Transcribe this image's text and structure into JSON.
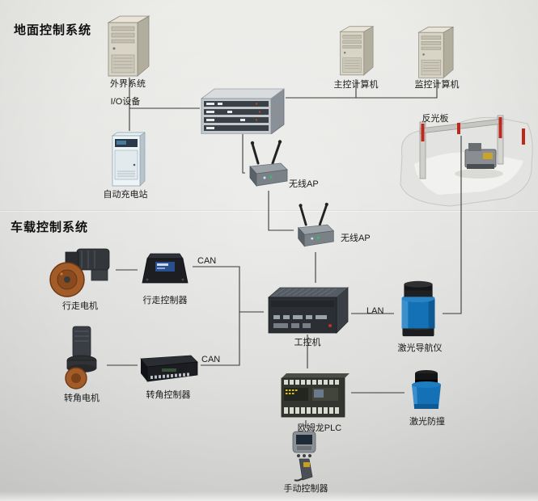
{
  "titles": {
    "ground": "地面控制系统",
    "vehicle": "车载控制系统"
  },
  "nodes": {
    "external_system": {
      "label": "外界系统"
    },
    "io_device": {
      "label": "I/O设备"
    },
    "charging_station": {
      "label": "自动充电站"
    },
    "main_computer": {
      "label": "主控计算机"
    },
    "monitor_computer": {
      "label": "监控计算机"
    },
    "reflector": {
      "label": "反光板"
    },
    "wireless_ap_1": {
      "label": "无线AP"
    },
    "wireless_ap_2": {
      "label": "无线AP"
    },
    "travel_motor": {
      "label": "行走电机"
    },
    "travel_controller": {
      "label": "行走控制器"
    },
    "steering_motor": {
      "label": "转角电机"
    },
    "steering_controller": {
      "label": "转角控制器"
    },
    "ipc": {
      "label": "工控机"
    },
    "laser_nav": {
      "label": "激光导航仪"
    },
    "omron_plc": {
      "label": "欧姆龙PLC"
    },
    "laser_anticollision": {
      "label": "激光防撞"
    },
    "manual_controller": {
      "label": "手动控制器"
    }
  },
  "edge_labels": {
    "can_travel": "CAN",
    "can_steering": "CAN",
    "lan": "LAN"
  },
  "colors": {
    "reflector_red": "#c0281e",
    "laser_blue": "#1571b5",
    "line": "#3a3a3a"
  }
}
